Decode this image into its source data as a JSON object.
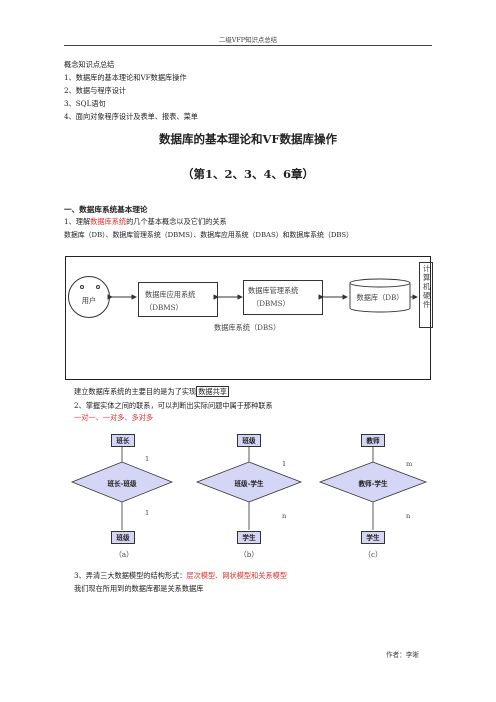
{
  "header": {
    "title": "二级VFP知识点总结"
  },
  "outline": {
    "heading": "概念知识点总结",
    "items": [
      "1、数据库的基本理论和VF数据库操作",
      "2、数据与程序设计",
      "3、SQL语句",
      "4、面向对象程序设计及表单、报表、菜单"
    ]
  },
  "title": "数据库的基本理论和VF数据库操作",
  "subtitle": "（第1、2、3、4、6章）",
  "section1": {
    "heading": "一、数据库系统基本理论",
    "item1_prefix": "1、理解",
    "item1_red": "数据库系统",
    "item1_suffix": "的几个基本概念以及它们的关系",
    "line2": "数据库（DB）、数据库管理系统（DBMS）、数据库应用系统（DBAS）和数据库系统（DBS）"
  },
  "diagram1": {
    "user": "用户",
    "app_line1": "数据库应用系统",
    "app_line2": "（DBMS）",
    "mgmt_line1": "数据库管理系统",
    "mgmt_line2": "（DBMS）",
    "db": "数据库（DB）",
    "hardware": [
      "计",
      "算",
      "机",
      "硬",
      "件"
    ],
    "dbs": "数据库系统（DBS）"
  },
  "goal": {
    "prefix": "建立数据库系统的主要目的是为了实现",
    "boxed": "数据共享"
  },
  "item2": {
    "text": "2、掌握实体之间的联系，可以判断出实际问题中属于那种联系",
    "types": "一对一、一对多、多对多"
  },
  "er": [
    {
      "top": "班长",
      "rel": "班长-班级",
      "bottom": "班级",
      "c1": "1",
      "c2": "1",
      "cap": "（a）"
    },
    {
      "top": "班级",
      "rel": "班级-学生",
      "bottom": "学生",
      "c1": "1",
      "c2": "n",
      "cap": "（b）"
    },
    {
      "top": "教师",
      "rel": "教师-学生",
      "bottom": "学生",
      "c1": "m",
      "c2": "n",
      "cap": "（c）"
    }
  ],
  "item3": {
    "prefix": "3、弄清三大数据模型的结构形式：",
    "red": "层次模型、网状模型和关系模型",
    "line2": "我们现在所用到的数据库都是关系数据库"
  },
  "footer": {
    "author": "作者：李晰"
  }
}
